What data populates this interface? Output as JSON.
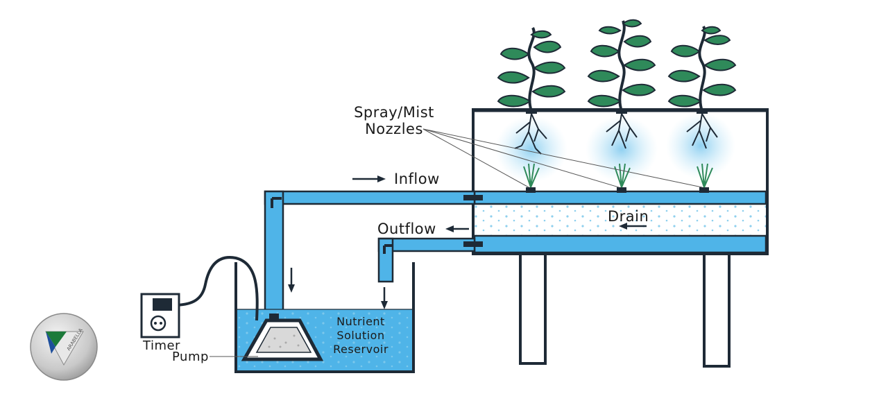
{
  "labels": {
    "nozzles": [
      "Spray/Mist",
      "Nozzles"
    ],
    "inflow": "Inflow",
    "outflow": "Outflow",
    "drain": "Drain",
    "reservoir": [
      "Nutrient",
      "Solution",
      "Reservoir"
    ],
    "timer": "Timer",
    "pump": "Pump"
  },
  "logo": {
    "text": "ARABELLA"
  },
  "colors": {
    "water": "#4fb4e8",
    "water_light": "#cfeaf8",
    "mist": "#8ed0f0",
    "leaf": "#2f8a5a",
    "leaf_light": "#9fd8b8",
    "outline": "#1e2a36"
  }
}
